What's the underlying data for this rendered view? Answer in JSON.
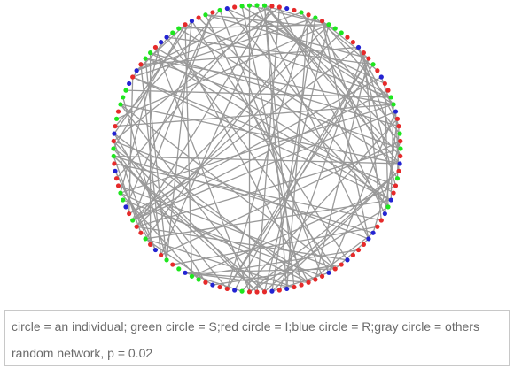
{
  "network": {
    "node_count": 120,
    "edge_count": 142,
    "edge_color": "#999999",
    "state_colors": {
      "S": "#1ee61e",
      "I": "#e62a2a",
      "R": "#2323d2"
    },
    "node_states": [
      "S",
      "S",
      "I",
      "I",
      "R",
      "I",
      "S",
      "I",
      "S",
      "I",
      "S",
      "S",
      "S",
      "I",
      "I",
      "R",
      "I",
      "I",
      "S",
      "I",
      "R",
      "I",
      "I",
      "S",
      "S",
      "R",
      "I",
      "I",
      "S",
      "I",
      "S",
      "I",
      "R",
      "I",
      "S",
      "I",
      "I",
      "R",
      "S",
      "R",
      "I",
      "I",
      "R",
      "R",
      "I",
      "I",
      "I",
      "R",
      "I",
      "I",
      "R",
      "I",
      "I",
      "I",
      "I",
      "I",
      "R",
      "I",
      "R",
      "I",
      "I",
      "I",
      "S",
      "R",
      "I",
      "I",
      "R",
      "I",
      "S",
      "S",
      "R",
      "S",
      "I",
      "S",
      "I",
      "R",
      "I",
      "S",
      "I",
      "I",
      "S",
      "I",
      "R",
      "S",
      "S",
      "I",
      "I",
      "R",
      "I",
      "S",
      "S",
      "I",
      "R",
      "I",
      "S",
      "I",
      "S",
      "S",
      "S",
      "R",
      "I",
      "R",
      "I",
      "S",
      "S",
      "I",
      "R",
      "R",
      "S",
      "S",
      "I",
      "R",
      "I",
      "S",
      "I",
      "S",
      "R",
      "I",
      "S",
      "S"
    ]
  },
  "caption": {
    "legend": "circle = an individual; green circle = S;red circle = I;blue circle = R;gray circle = others",
    "network_type": "random network, p = 0.02"
  }
}
